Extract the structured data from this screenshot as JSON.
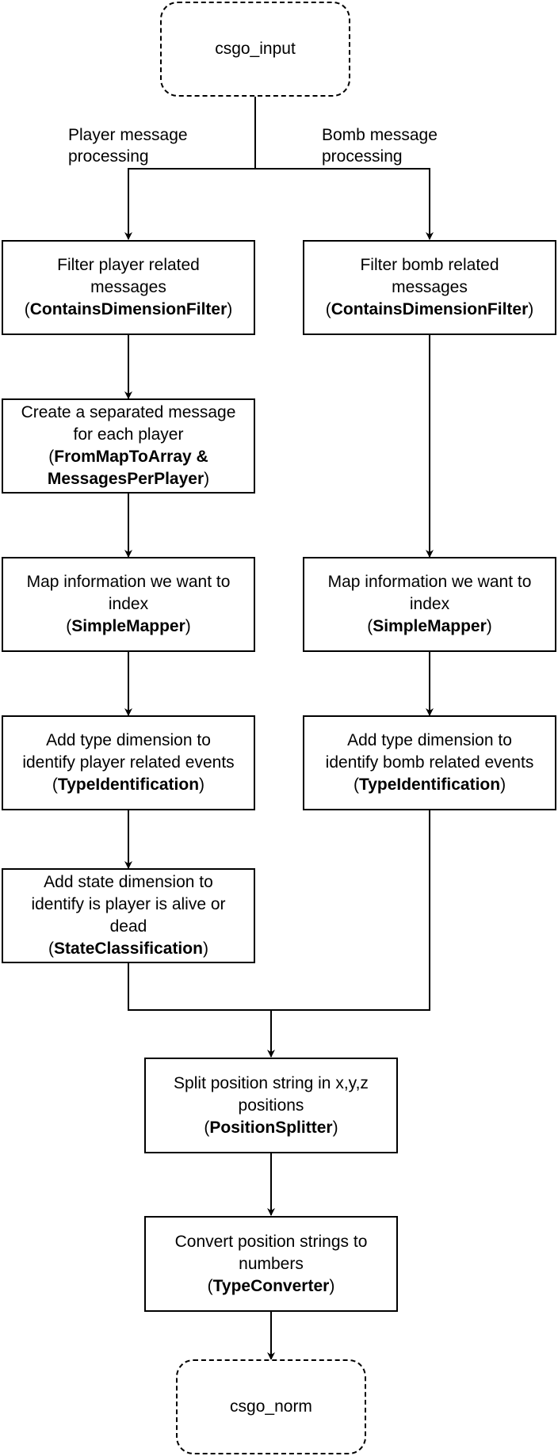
{
  "nodes": {
    "csgo_input": {
      "lines": [
        [
          {
            "t": "csgo_input"
          }
        ]
      ]
    },
    "filter_player": {
      "lines": [
        [
          {
            "t": "Filter player related"
          }
        ],
        [
          {
            "t": "messages"
          }
        ],
        [
          {
            "t": "("
          },
          {
            "t": "ContainsDimensionFilter",
            "b": true
          },
          {
            "t": ")"
          }
        ]
      ]
    },
    "filter_bomb": {
      "lines": [
        [
          {
            "t": "Filter bomb related"
          }
        ],
        [
          {
            "t": "messages"
          }
        ],
        [
          {
            "t": "("
          },
          {
            "t": "ContainsDimensionFilter",
            "b": true
          },
          {
            "t": ")"
          }
        ]
      ]
    },
    "separate_player": {
      "lines": [
        [
          {
            "t": "Create a separated message"
          }
        ],
        [
          {
            "t": "for each player"
          }
        ],
        [
          {
            "t": "("
          },
          {
            "t": "FromMapToArray &",
            "b": true
          }
        ],
        [
          {
            "t": "MessagesPerPlayer",
            "b": true
          },
          {
            "t": ")"
          }
        ]
      ]
    },
    "map_player": {
      "lines": [
        [
          {
            "t": "Map information we want to"
          }
        ],
        [
          {
            "t": "index"
          }
        ],
        [
          {
            "t": "("
          },
          {
            "t": "SimpleMapper",
            "b": true
          },
          {
            "t": ")"
          }
        ]
      ]
    },
    "map_bomb": {
      "lines": [
        [
          {
            "t": "Map information we want to"
          }
        ],
        [
          {
            "t": "index"
          }
        ],
        [
          {
            "t": "("
          },
          {
            "t": "SimpleMapper",
            "b": true
          },
          {
            "t": ")"
          }
        ]
      ]
    },
    "type_player": {
      "lines": [
        [
          {
            "t": "Add type dimension to"
          }
        ],
        [
          {
            "t": "identify player related events"
          }
        ],
        [
          {
            "t": "("
          },
          {
            "t": "TypeIdentification",
            "b": true
          },
          {
            "t": ")"
          }
        ]
      ]
    },
    "type_bomb": {
      "lines": [
        [
          {
            "t": "Add type dimension to"
          }
        ],
        [
          {
            "t": "identify bomb related events"
          }
        ],
        [
          {
            "t": "("
          },
          {
            "t": "TypeIdentification",
            "b": true
          },
          {
            "t": ")"
          }
        ]
      ]
    },
    "state_player": {
      "lines": [
        [
          {
            "t": "Add state dimension to"
          }
        ],
        [
          {
            "t": "identify is player is alive or"
          }
        ],
        [
          {
            "t": "dead"
          }
        ],
        [
          {
            "t": "("
          },
          {
            "t": "StateClassification",
            "b": true
          },
          {
            "t": ")"
          }
        ]
      ]
    },
    "position_split": {
      "lines": [
        [
          {
            "t": "Split position string in x,y,z"
          }
        ],
        [
          {
            "t": "positions"
          }
        ],
        [
          {
            "t": "("
          },
          {
            "t": "PositionSplitter",
            "b": true
          },
          {
            "t": ")"
          }
        ]
      ]
    },
    "type_convert": {
      "lines": [
        [
          {
            "t": "Convert position strings to"
          }
        ],
        [
          {
            "t": "numbers"
          }
        ],
        [
          {
            "t": "("
          },
          {
            "t": "TypeConverter",
            "b": true
          },
          {
            "t": ")"
          }
        ]
      ]
    },
    "csgo_norm": {
      "lines": [
        [
          {
            "t": "csgo_norm"
          }
        ]
      ]
    }
  },
  "edge_labels": {
    "player": {
      "line1": "Player message",
      "line2": "processing"
    },
    "bomb": {
      "line1": "Bomb message",
      "line2": "processing"
    }
  }
}
